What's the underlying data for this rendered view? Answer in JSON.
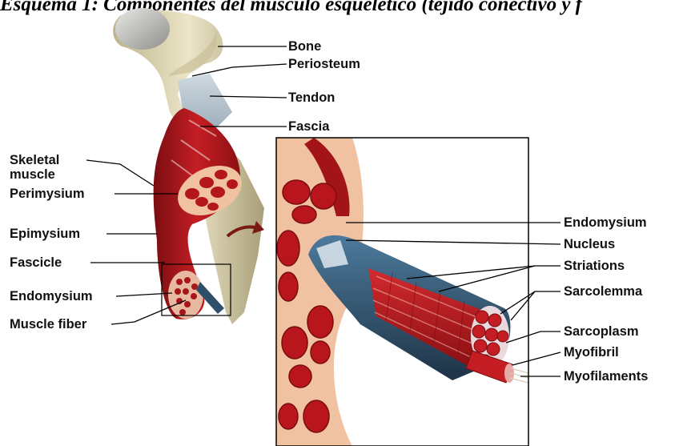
{
  "caption": "Esquema 1: Componentes del músculo esquelético (tejido conectivo y f",
  "labels": {
    "bone": "Bone",
    "periosteum": "Periosteum",
    "tendon": "Tendon",
    "fascia": "Fascia",
    "skeletal_muscle_line1": "Skeletal",
    "skeletal_muscle_line2": "muscle",
    "perimysium": "Perimysium",
    "epimysium": "Epimysium",
    "fascicle": "Fascicle",
    "endomysium_left": "Endomysium",
    "muscle_fiber": "Muscle fiber",
    "endomysium_right": "Endomysium",
    "nucleus": "Nucleus",
    "striations": "Striations",
    "sarcolemma": "Sarcolemma",
    "sarcoplasm": "Sarcoplasm",
    "myofibril": "Myofibril",
    "myofilaments": "Myofilaments"
  },
  "colors": {
    "muscle": "#b3161c",
    "muscle_dark": "#7a0d10",
    "bone": "#d8d0b0",
    "connective": "#f2c6a8",
    "sheath_blue": "#2e4f6a"
  }
}
